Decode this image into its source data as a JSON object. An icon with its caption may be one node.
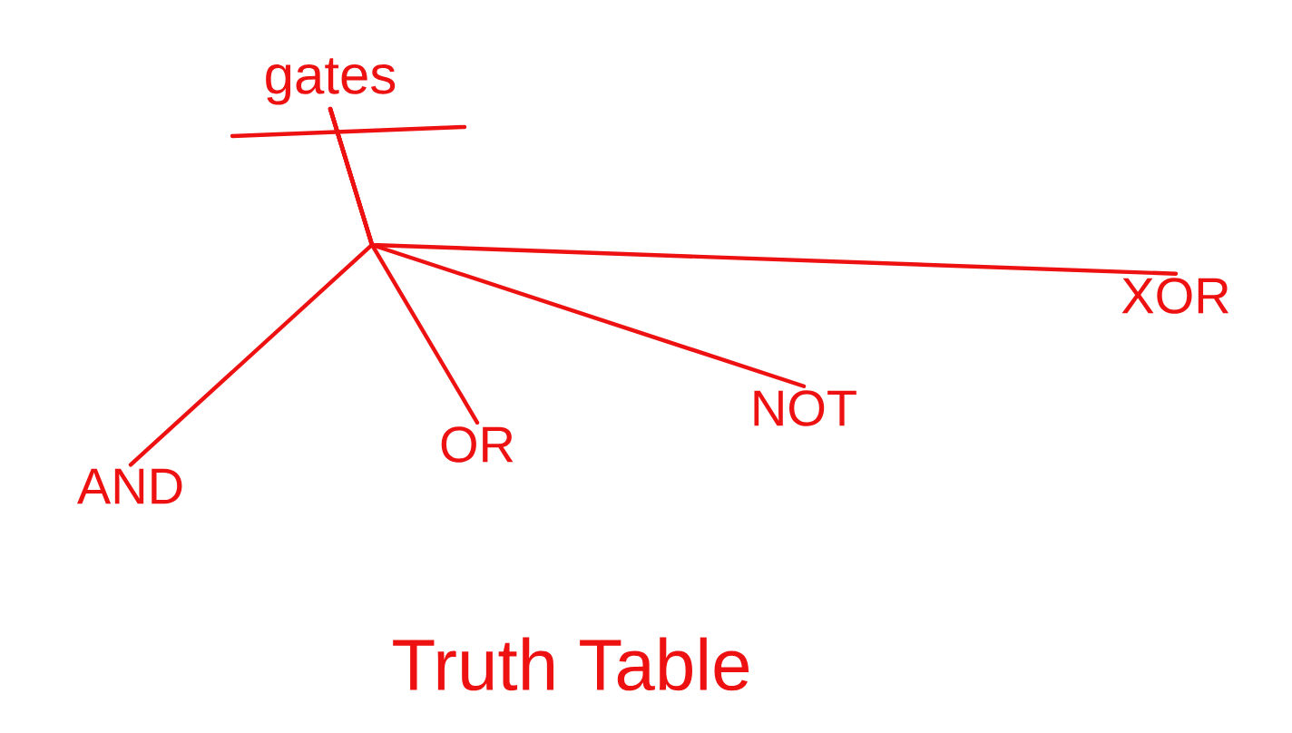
{
  "diagram": {
    "nodes": [
      {
        "text": [
          "gates"
        ]
      },
      {
        "text": [
          "AND"
        ]
      },
      {
        "text": [
          "OR"
        ]
      },
      {
        "text": [
          "NOT"
        ]
      },
      {
        "text": [
          "XOR"
        ]
      }
    ],
    "edges": [
      {
        "from": 0,
        "to": 1,
        "arrow": "none"
      },
      {
        "from": 0,
        "to": 2,
        "arrow": "none"
      },
      {
        "from": 0,
        "to": 3,
        "arrow": "none"
      },
      {
        "from": 0,
        "to": 4,
        "arrow": "none"
      }
    ],
    "labels": [
      "Truth Table"
    ]
  }
}
